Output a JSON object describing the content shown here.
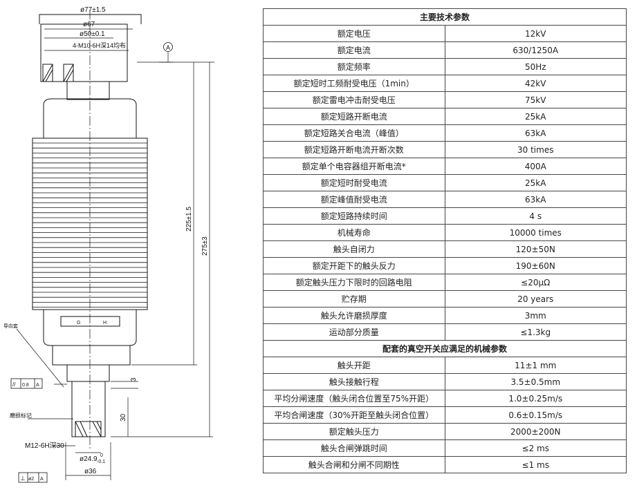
{
  "drawing": {
    "dims": {
      "d77": "ø77±1.5",
      "d67": "ø67",
      "d50": "ø50±0.1",
      "thread_top": "4-M10-6H深14均布",
      "datum_a": "A",
      "h225": "225±1.5",
      "h275": "275±3",
      "dim3": "3",
      "dim30": "30",
      "thread_bottom": "M12-6H深30",
      "d24": "ø24.9",
      "d24_tol": "-0.1",
      "d24_tol_top": "0",
      "d36": "ø36",
      "par_sym": "//",
      "par_val": "0.8",
      "par_ref": "A",
      "perp_sym": "⊥",
      "perp_val": "ø2",
      "perp_ref": "A",
      "label_guide": "导向套",
      "label_wear": "磨损标记",
      "mark_left": "G",
      "mark_right": "H"
    }
  },
  "spec_table": [
    {
      "type": "section",
      "label": "主要技术参数"
    },
    {
      "param": "额定电压",
      "value": "12kV"
    },
    {
      "param": "额定电流",
      "value": "630/1250A"
    },
    {
      "param": "额定频率",
      "value": "50Hz"
    },
    {
      "param": "额定短时工频耐受电压（1min）",
      "value": "42kV"
    },
    {
      "param": "额定雷电冲击耐受电压",
      "value": "75kV"
    },
    {
      "param": "额定短路开断电流",
      "value": "25kA"
    },
    {
      "param": "额定短路关合电流（峰值）",
      "value": "63kA"
    },
    {
      "param": "额定短路开断电流开断次数",
      "value": "30 times"
    },
    {
      "param": "额定单个电容器组开断电流*",
      "value": "400A"
    },
    {
      "param": "额定短时耐受电流",
      "value": "25kA"
    },
    {
      "param": "额定峰值耐受电流",
      "value": "63kA"
    },
    {
      "param": "额定短路持续时间",
      "value": "4 s"
    },
    {
      "param": "机械寿命",
      "value": "10000 times"
    },
    {
      "param": "触头自闭力",
      "value": "120±50N"
    },
    {
      "param": "额定开距下的触头反力",
      "value": "190±60N"
    },
    {
      "param": "额定触头压力下限时的回路电阻",
      "value": "≤20μΩ"
    },
    {
      "param": "贮存期",
      "value": "20 years"
    },
    {
      "param": "触头允许磨损厚度",
      "value": "3mm"
    },
    {
      "param": "运动部分质量",
      "value": "≤1.3kg"
    },
    {
      "type": "section",
      "label": "配套的真空开关应满足的机械参数"
    },
    {
      "param": "触头开距",
      "value": "11±1 mm"
    },
    {
      "param": "触头接触行程",
      "value": "3.5±0.5mm"
    },
    {
      "param": "平均分闸速度（触头闭合位置至75%开距）",
      "value": "1.0±0.25m/s"
    },
    {
      "param": "平均合闸速度（30%开距至触头闭合位置）",
      "value": "0.6±0.15m/s"
    },
    {
      "param": "额定触头压力",
      "value": "2000±200N"
    },
    {
      "param": "触头合闸弹跳时间",
      "value": "≤2 ms"
    },
    {
      "param": "触头合闸和分闸不同期性",
      "value": "≤1 ms"
    }
  ]
}
